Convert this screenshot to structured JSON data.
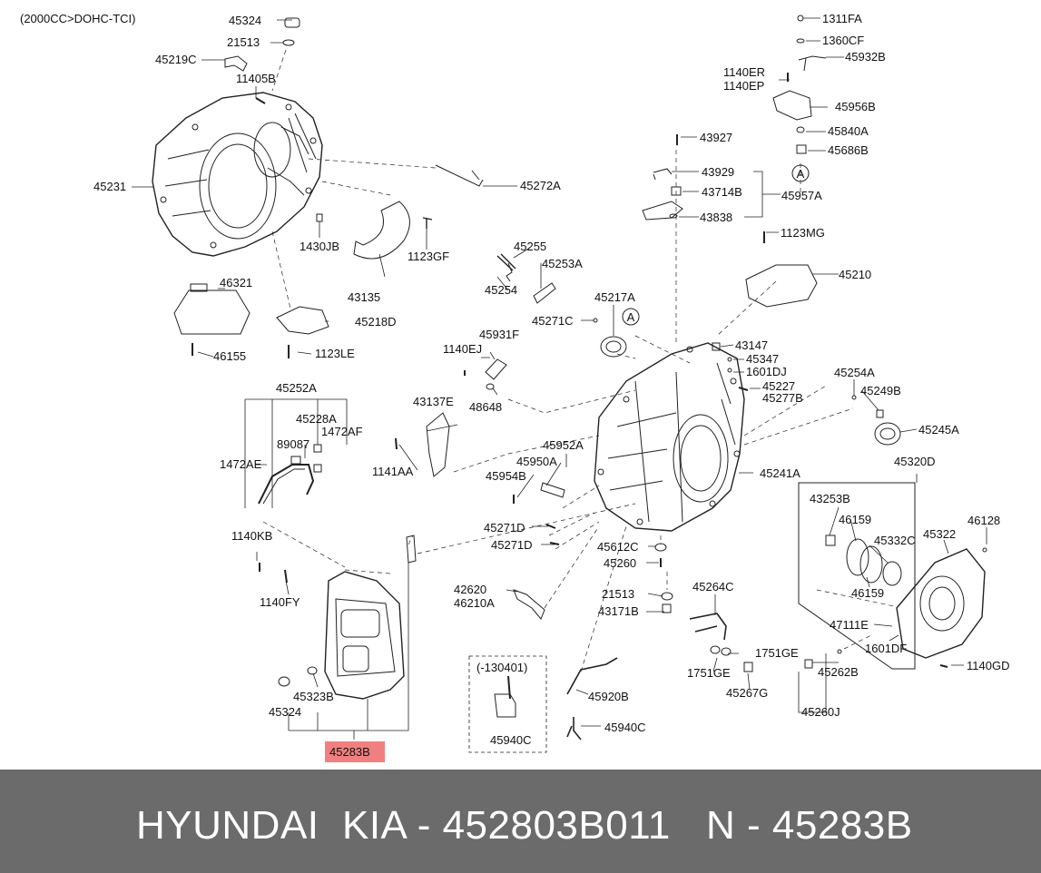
{
  "header_note": "(2000CC>DOHC-TCI)",
  "variant_note": "(-130401)",
  "circle_marker": "A",
  "highlight_color": "#f08080",
  "footer": {
    "brand": "HYUNDAI  KIA - 452803B011",
    "number": "N - 45283B"
  },
  "labels": {
    "l45324a": "45324",
    "l21513a": "21513",
    "l45219C": "45219C",
    "l11405B": "11405B",
    "l45231": "45231",
    "l45272A": "45272A",
    "l1430JB": "1430JB",
    "l1123GF": "1123GF",
    "l43135": "43135",
    "l46321": "46321",
    "l45218D": "45218D",
    "l46155": "46155",
    "l1123LE": "1123LE",
    "l1311FA": "1311FA",
    "l1360CF": "1360CF",
    "l45932B": "45932B",
    "l1140ER": "1140ER",
    "l1140EP": "1140EP",
    "l45956B": "45956B",
    "l45840A": "45840A",
    "l45686B": "45686B",
    "l43927": "43927",
    "l43929": "43929",
    "l43714B": "43714B",
    "l45957A": "45957A",
    "l43838": "43838",
    "l1123MG": "1123MG",
    "l45210": "45210",
    "l45255": "45255",
    "l45253A": "45253A",
    "l45254": "45254",
    "l45217A": "45217A",
    "l45271C": "45271C",
    "l43147": "43147",
    "l45347": "45347",
    "l1601DJ": "1601DJ",
    "l45227": "45227",
    "l45277B": "45277B",
    "l45254A": "45254A",
    "l45249B": "45249B",
    "l45245A": "45245A",
    "l45252A": "45252A",
    "l45228A": "45228A",
    "l1472AF": "1472AF",
    "l89087": "89087",
    "l1472AE": "1472AE",
    "l1140EJ": "1140EJ",
    "l45931F": "45931F",
    "l48648": "48648",
    "l43137E": "43137E",
    "l1141AA": "1141AA",
    "l45952A": "45952A",
    "l45950A": "45950A",
    "l45954B": "45954B",
    "l45241A": "45241A",
    "l45320D": "45320D",
    "l43253B": "43253B",
    "l46159a": "46159",
    "l46128": "46128",
    "l45332C": "45332C",
    "l45322": "45322",
    "l46159b": "46159",
    "l47111E": "47111E",
    "l1601DF": "1601DF",
    "l1140GD": "1140GD",
    "l45271Da": "45271D",
    "l45271Db": "45271D",
    "l45612C": "45612C",
    "l45260": "45260",
    "l1140KB": "1140KB",
    "l1140FY": "1140FY",
    "l42620": "42620",
    "l46210A": "46210A",
    "l21513b": "21513",
    "l43171B": "43171B",
    "l45264C": "45264C",
    "l1751GEa": "1751GE",
    "l1751GEb": "1751GE",
    "l45267G": "45267G",
    "l45262B": "45262B",
    "l45260J": "45260J",
    "l45323B": "45323B",
    "l45324b": "45324",
    "l45283B": "45283B",
    "l45920B": "45920B",
    "l45940Ca": "45940C",
    "l45940Cb": "45940C"
  }
}
